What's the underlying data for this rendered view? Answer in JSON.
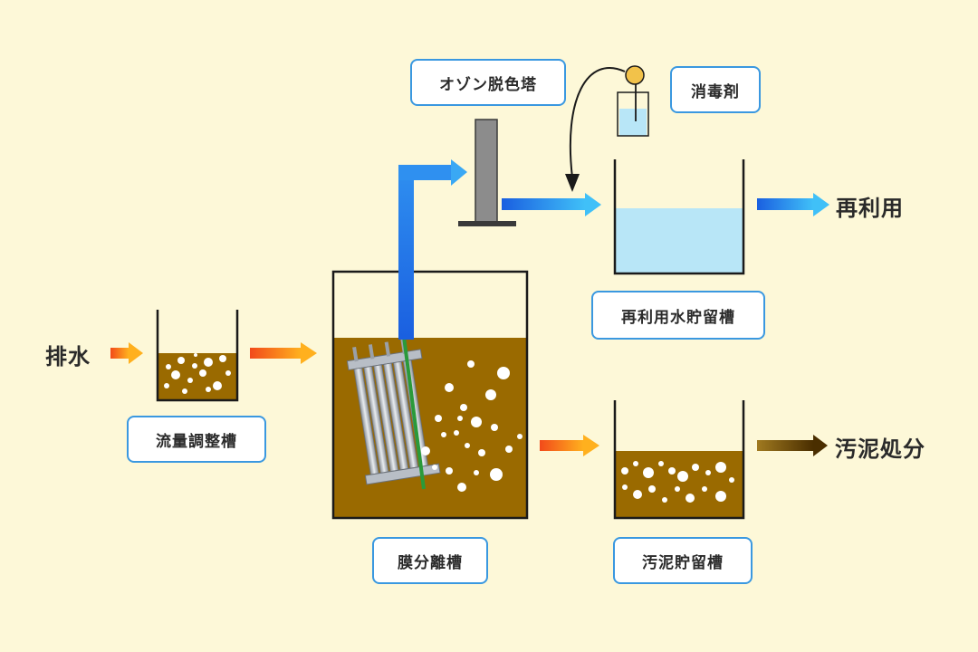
{
  "labels": {
    "inflow": "排水",
    "equalization_tank": "流量調整槽",
    "membrane_tank": "膜分離槽",
    "ozone_tower": "オゾン脱色塔",
    "disinfectant": "消毒剤",
    "reuse_tank": "再利用水貯留槽",
    "reuse": "再利用",
    "sludge_tank": "汚泥貯留槽",
    "sludge_disposal": "汚泥処分"
  },
  "colors": {
    "background": "#fdf8d8",
    "box_border": "#3a98e0",
    "sludge": "#9a6a00",
    "clean_water": "#b8e6f7",
    "blue_arrow": "#1e78e6",
    "orange_arrow": "#f07a1a",
    "brown_arrow": "#5a3a00"
  }
}
